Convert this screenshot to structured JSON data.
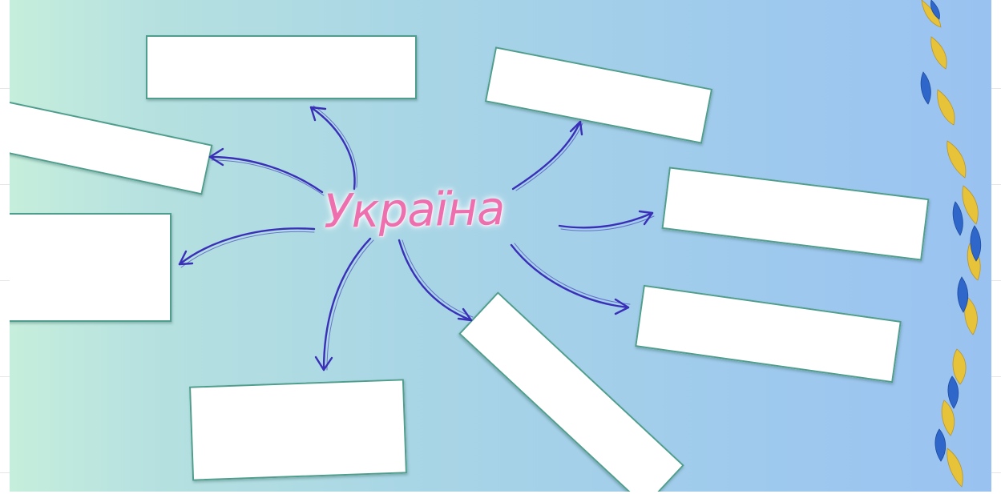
{
  "diagram": {
    "center_label": "Україна",
    "colors": {
      "title": "#ee6fae",
      "arrow": "#3a2fb8",
      "card_border": "#4f9e8d",
      "ornament_yellow": "#e7c33a",
      "ornament_blue": "#2f66c9"
    },
    "boxes": [
      {
        "id": "top-left",
        "text": ""
      },
      {
        "id": "top-right",
        "text": ""
      },
      {
        "id": "upper-left",
        "text": ""
      },
      {
        "id": "middle-right",
        "text": ""
      },
      {
        "id": "middle-left",
        "text": ""
      },
      {
        "id": "lower-right",
        "text": ""
      },
      {
        "id": "bottom-left",
        "text": ""
      },
      {
        "id": "bottom-center",
        "text": ""
      }
    ]
  }
}
